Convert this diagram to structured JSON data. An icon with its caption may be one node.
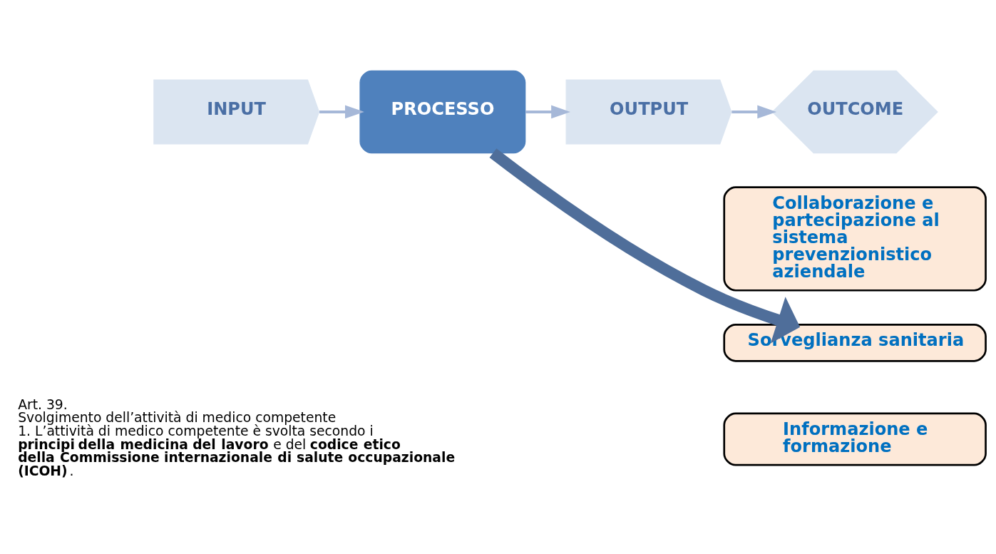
{
  "diagram": {
    "nodes": [
      {
        "text": [
          "INPUT"
        ]
      },
      {
        "text": [
          "PROCESSO"
        ]
      },
      {
        "text": [
          "OUTPUT"
        ]
      },
      {
        "text": [
          "OUTCOME"
        ]
      },
      {
        "text": [
          "Collaborazione e partecipazione al sistema prevenzionistico aziendale"
        ]
      },
      {
        "text": [
          "Sorveglianza sanitaria"
        ]
      },
      {
        "text": [
          "Informazione e formazione"
        ]
      }
    ],
    "edges": [
      {
        "from": 0,
        "to": 1,
        "arrow": "to"
      },
      {
        "from": 1,
        "to": 2,
        "arrow": "to"
      },
      {
        "from": 2,
        "to": 3,
        "arrow": "to"
      },
      {
        "from": 1,
        "to": 5,
        "arrow": "to",
        "style": "thick",
        "color": "#4f6e9a"
      }
    ],
    "labels": [
      "Art. 39.",
      "Svolgimento dell’attività di medico competente",
      "1. L’attività di medico competente è svolta secondo i **principi della medicina del lavoro** e del **codice etico della Commissione internazionale di salute occupazionale (ICOH)**."
    ]
  }
}
